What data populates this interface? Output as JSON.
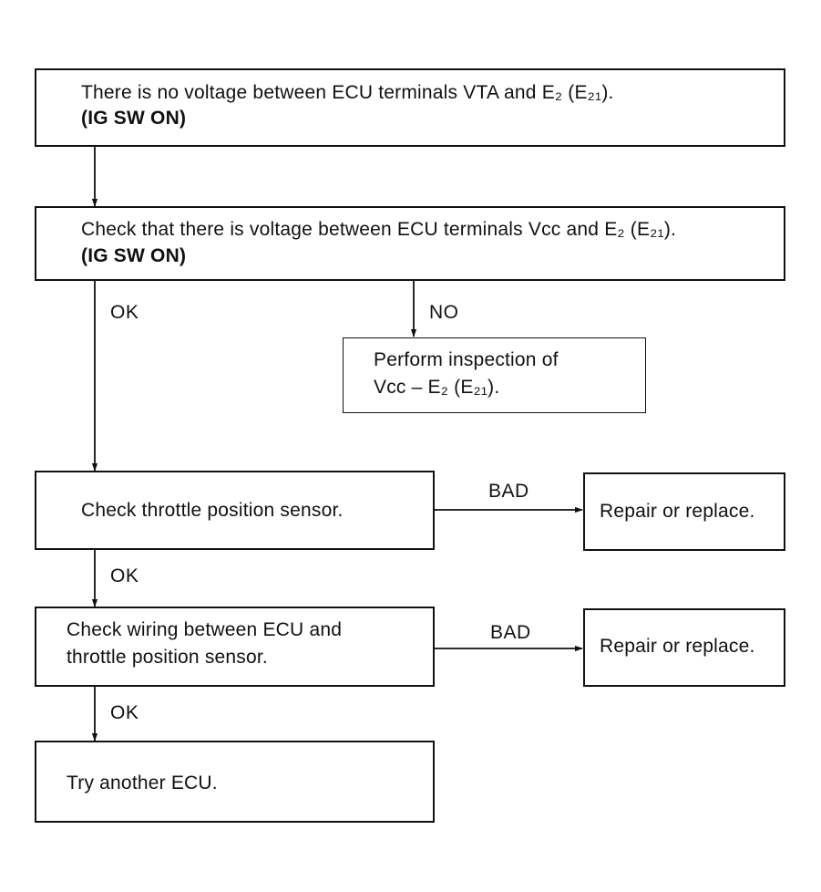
{
  "steps": {
    "no_voltage": {
      "line1": "There is no voltage between ECU terminals VTA and E₂ (E₂₁).",
      "line2": "(IG SW ON)"
    },
    "check_vcc": {
      "line1": "Check that there is voltage between ECU terminals Vcc and E₂ (E₂₁).",
      "line2": "(IG SW ON)"
    },
    "perform_inspection": {
      "line1": "Perform inspection of",
      "line2": "Vcc – E₂ (E₂₁)."
    },
    "check_sensor": {
      "line1": "Check throttle position sensor."
    },
    "repair_1": {
      "line1": "Repair or replace."
    },
    "check_wiring": {
      "line1": "Check wiring between ECU and",
      "line2": "throttle position sensor."
    },
    "repair_2": {
      "line1": "Repair or replace."
    },
    "try_ecu": {
      "line1": "Try another ECU."
    }
  },
  "labels": {
    "ok_1": "OK",
    "no_1": "NO",
    "bad_1": "BAD",
    "ok_2": "OK",
    "bad_2": "BAD",
    "ok_3": "OK"
  }
}
